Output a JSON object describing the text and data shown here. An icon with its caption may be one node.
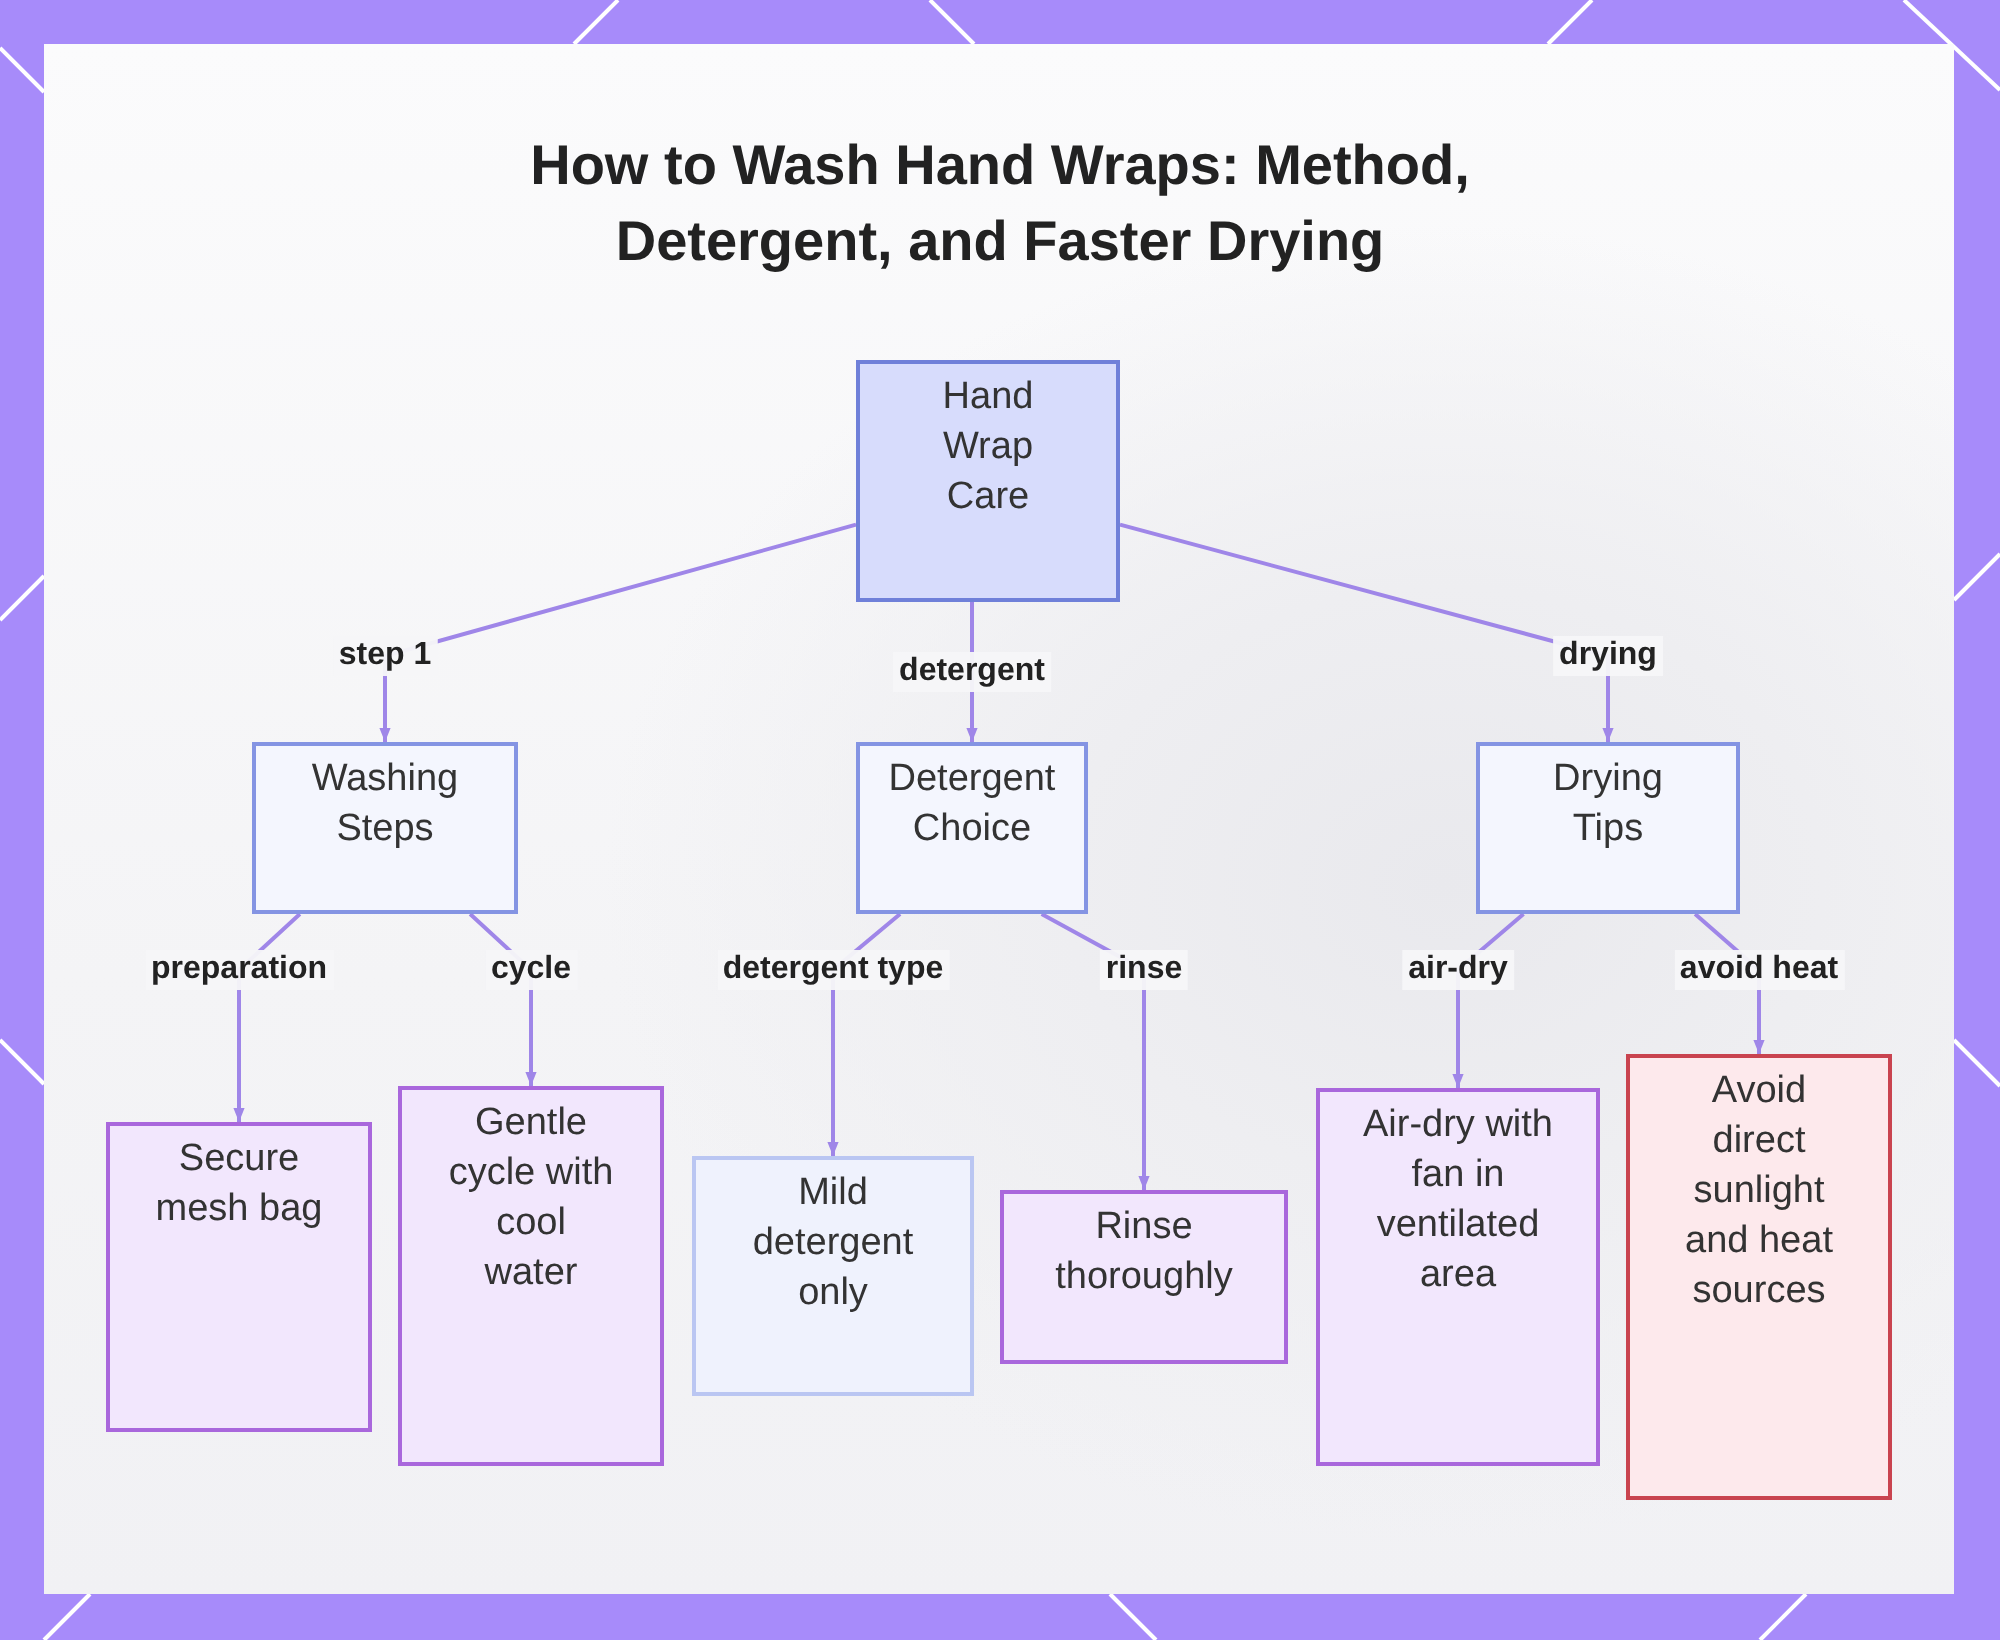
{
  "diagram": {
    "title": "How to Wash Hand Wraps: Method, Detergent, and Faster Drying",
    "nodes": [
      {
        "text": [
          "Hand Wrap Care"
        ]
      },
      {
        "text": [
          "Washing Steps"
        ]
      },
      {
        "text": [
          "Detergent Choice"
        ]
      },
      {
        "text": [
          "Drying Tips"
        ]
      },
      {
        "text": [
          "Secure mesh bag"
        ]
      },
      {
        "text": [
          "Gentle cycle with cool water"
        ]
      },
      {
        "text": [
          "Mild detergent only"
        ]
      },
      {
        "text": [
          "Rinse thoroughly"
        ]
      },
      {
        "text": [
          "Air-dry with fan in ventilated area"
        ]
      },
      {
        "text": [
          "Avoid direct sunlight and heat sources"
        ]
      }
    ],
    "edges": [
      {
        "from": 0,
        "to": 1,
        "label": "step 1",
        "arrow": "to"
      },
      {
        "from": 0,
        "to": 2,
        "label": "detergent",
        "arrow": "to"
      },
      {
        "from": 0,
        "to": 3,
        "label": "drying",
        "arrow": "to"
      },
      {
        "from": 1,
        "to": 4,
        "label": "preparation",
        "arrow": "to"
      },
      {
        "from": 1,
        "to": 5,
        "label": "cycle",
        "arrow": "to"
      },
      {
        "from": 2,
        "to": 6,
        "label": "detergent type",
        "arrow": "to"
      },
      {
        "from": 2,
        "to": 7,
        "label": "rinse",
        "arrow": "to"
      },
      {
        "from": 3,
        "to": 8,
        "label": "air-dry",
        "arrow": "to"
      },
      {
        "from": 3,
        "to": 9,
        "label": "avoid heat",
        "arrow": "to"
      }
    ]
  }
}
